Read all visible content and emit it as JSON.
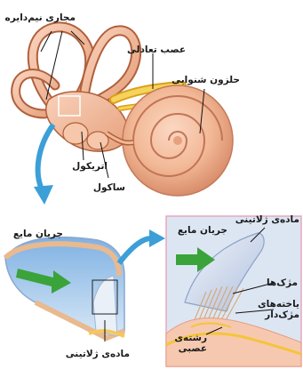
{
  "labels": {
    "semicircular_canals": "مجاری نیم‌دایره",
    "vestibular_nerve": "عصب تعادلی",
    "cochlea": "حلزون شنوایی",
    "utricle": "اتریکول",
    "saccule": "ساکول",
    "fluid_flow_left": "جریان مایع",
    "gelatinous_left": "ماده‌ی ژلاتینی",
    "fluid_flow_right": "جریان مایع",
    "gelatinous_right": "ماده‌ی ژلاتینی",
    "cilia": "مژک‌ها",
    "hair_cells_line1": "یاخته‌های",
    "hair_cells_line2": "مژک‌دار",
    "nerve_fibers_line1": "رشته‌ی",
    "nerve_fibers_line2": "عصبی"
  },
  "colors": {
    "background": "#ffffff",
    "inner_ear": "#f0b89a",
    "canal_outline": "#b0603c",
    "nerve": "#f3c53a",
    "flow_arrow": "#3aa33a",
    "pointer_arrow": "#3c9fd8",
    "fluid_blue": "#9dc4ea",
    "panel_background": "#dce6f3",
    "panel_border": "#e7a7bd"
  }
}
